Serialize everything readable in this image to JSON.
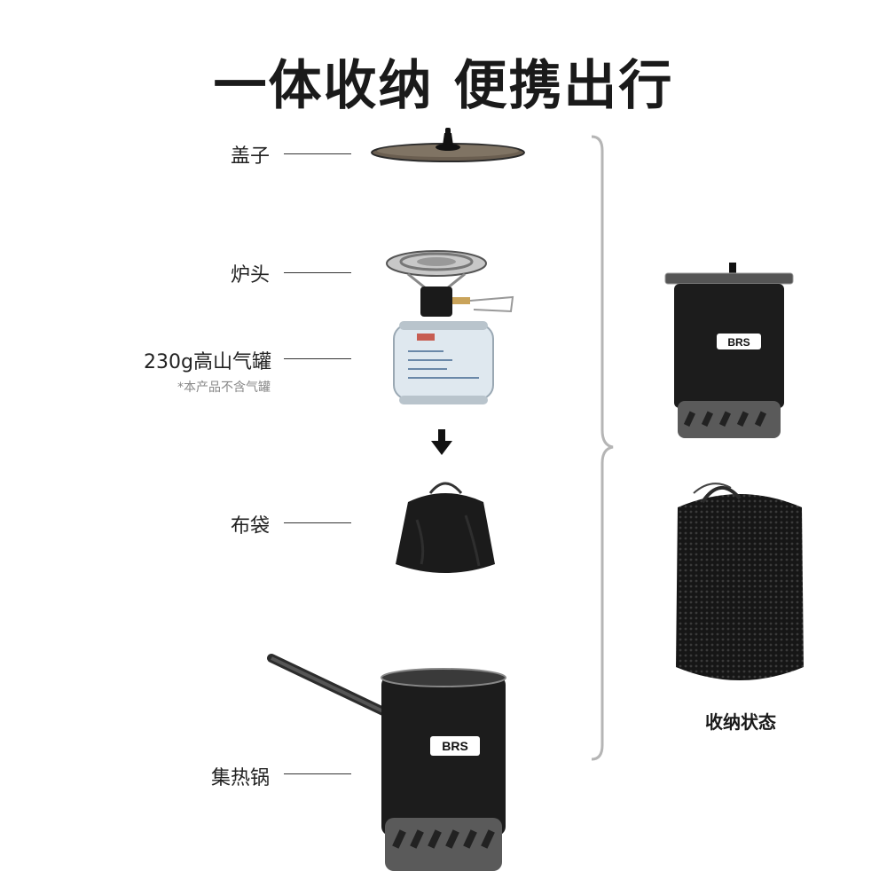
{
  "title": "一体收纳 便携出行",
  "parts": [
    {
      "label": "盖子"
    },
    {
      "label": "炉头"
    },
    {
      "label": "230g高山气罐",
      "note": "*本产品不含气罐"
    },
    {
      "label": "布袋"
    },
    {
      "label": "集热锅"
    }
  ],
  "brand_logo": "BRS",
  "stored_caption": "收纳状态",
  "colors": {
    "text": "#1a1a1a",
    "note": "#888888",
    "brace": "#b5b5b5",
    "pot_body": "#1c1c1c",
    "pot_base": "#5a5a5a",
    "canister": "#dfe8ef"
  }
}
